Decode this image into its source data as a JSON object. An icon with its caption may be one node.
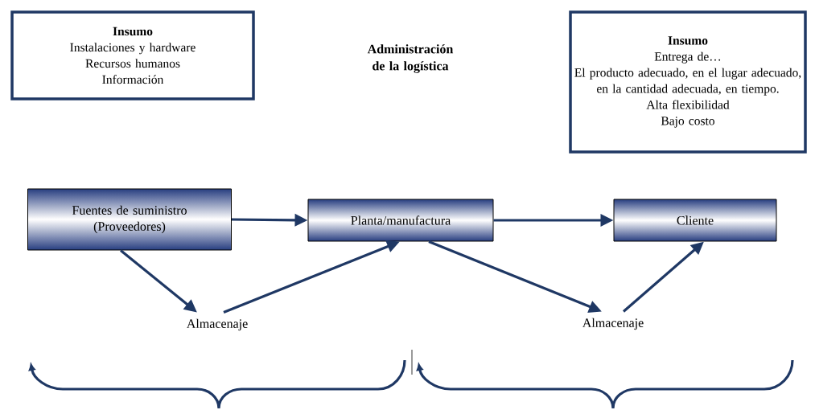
{
  "diagram": {
    "title": "Administración de la logística",
    "nodes": [
      {
        "text": [
          "Insumo",
          "Instalaciones y hardware",
          "Recursos humanos",
          "Información"
        ]
      },
      {
        "text": [
          "Insumo",
          "Entrega de…",
          "El producto adecuado, en el lugar adecuado, en la cantidad adecuada, en tiempo.",
          "Alta flexibilidad",
          "Bajo costo"
        ]
      },
      {
        "text": [
          "Fuentes de suministro (Proveedores)"
        ]
      },
      {
        "text": [
          "Planta/manufactura"
        ]
      },
      {
        "text": [
          "Cliente"
        ]
      },
      {
        "text": [
          "Almacenaje"
        ]
      },
      {
        "text": [
          "Almacenaje"
        ]
      }
    ],
    "edges": [
      {
        "from": 2,
        "to": 3,
        "arrow": "to"
      },
      {
        "from": 3,
        "to": 4,
        "arrow": "to"
      },
      {
        "from": 2,
        "to": 5,
        "arrow": "to"
      },
      {
        "from": 5,
        "to": 3,
        "arrow": "to"
      },
      {
        "from": 3,
        "to": 6,
        "arrow": "to"
      },
      {
        "from": 6,
        "to": 4,
        "arrow": "to"
      }
    ]
  }
}
